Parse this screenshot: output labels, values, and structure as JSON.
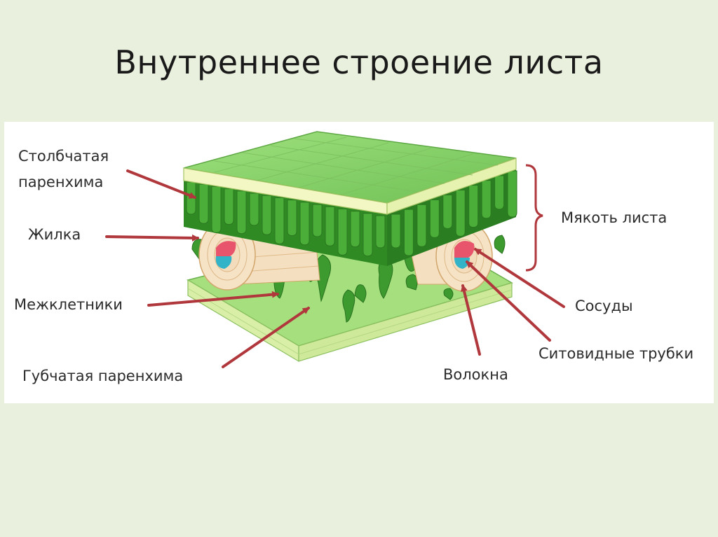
{
  "slide": {
    "title": "Внутреннее строение листа"
  },
  "labels": {
    "palisade_line1": "Столбчатая",
    "palisade_line2": "паренхима",
    "vein": "Жилка",
    "intercellular": "Межклетники",
    "spongy": "Губчатая паренхима",
    "mesophyll": "Мякоть листа",
    "vessels": "Сосуды",
    "sieve_tubes": "Ситовидные трубки",
    "fibers": "Волокна"
  },
  "colors": {
    "slide_background": "#eaf0de",
    "arrow": "#b0383d",
    "leaf_surface": "#86d16a",
    "palisade_cells": "#3f9a30",
    "spongy_tissue": "#9bdc74",
    "vein_sheath": "#f6e3c6",
    "xylem": "#e8546c",
    "phloem": "#33b3c8"
  }
}
